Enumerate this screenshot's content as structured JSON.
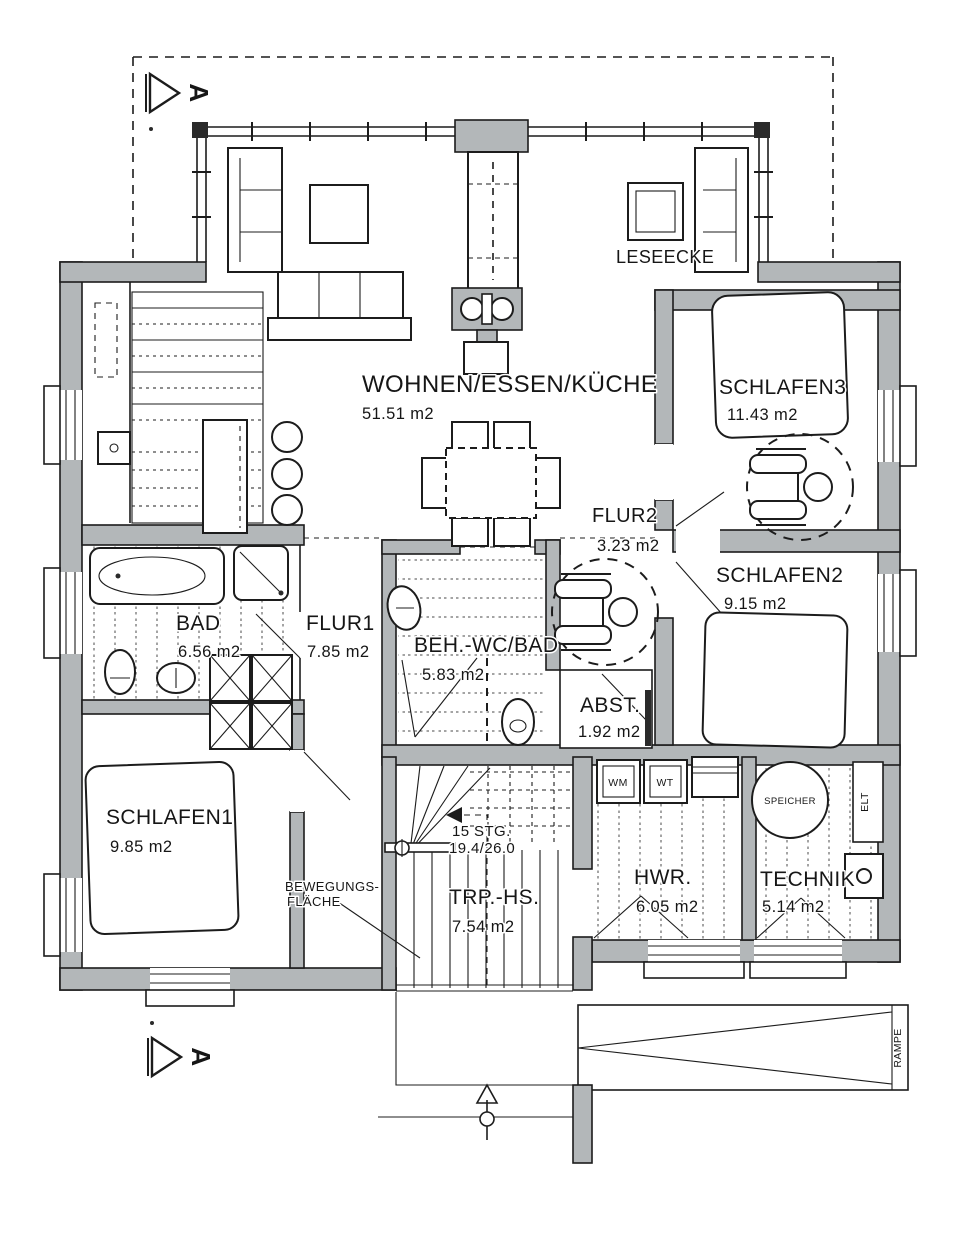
{
  "colors": {
    "wall_gray": "#b3b7b9",
    "line_black": "#1c1c1c",
    "paper_white": "#ffffff"
  },
  "rooms": {
    "wohnen": {
      "name": "WOHNEN/ESSEN/KÜCHE",
      "area": "51.51 m2"
    },
    "schlafen3": {
      "name": "SCHLAFEN3",
      "area": "11.43 m2"
    },
    "schlafen2": {
      "name": "SCHLAFEN2",
      "area": "9.15 m2"
    },
    "schlafen1": {
      "name": "SCHLAFEN1",
      "area": "9.85 m2"
    },
    "bad": {
      "name": "BAD",
      "area": "6.56 m2"
    },
    "flur1": {
      "name": "FLUR1",
      "area": "7.85 m2"
    },
    "flur2": {
      "name": "FLUR2",
      "area": "3.23 m2"
    },
    "behwc": {
      "name": "BEH.-WC/BAD",
      "area": "5.83 m2"
    },
    "abst": {
      "name": "ABST.",
      "area": "1.92 m2"
    },
    "trphs": {
      "name": "TRP.-HS.",
      "area": "7.54 m2"
    },
    "hwr": {
      "name": "HWR.",
      "area": "6.05 m2"
    },
    "technik": {
      "name": "TECHNIK",
      "area": "5.14 m2"
    }
  },
  "labels": {
    "leseecke": "LESEECKE",
    "bewegung_line1": "BEWEGUNGS-",
    "bewegung_line2": "FLÄCHE",
    "stairs_line1": "15 STG.",
    "stairs_line2": "19.4/26.0",
    "wm": "WM",
    "wt": "WT",
    "speicher": "SPEICHER",
    "elt": "ELT",
    "rampe": "RAMPE",
    "section_marker": "A"
  }
}
